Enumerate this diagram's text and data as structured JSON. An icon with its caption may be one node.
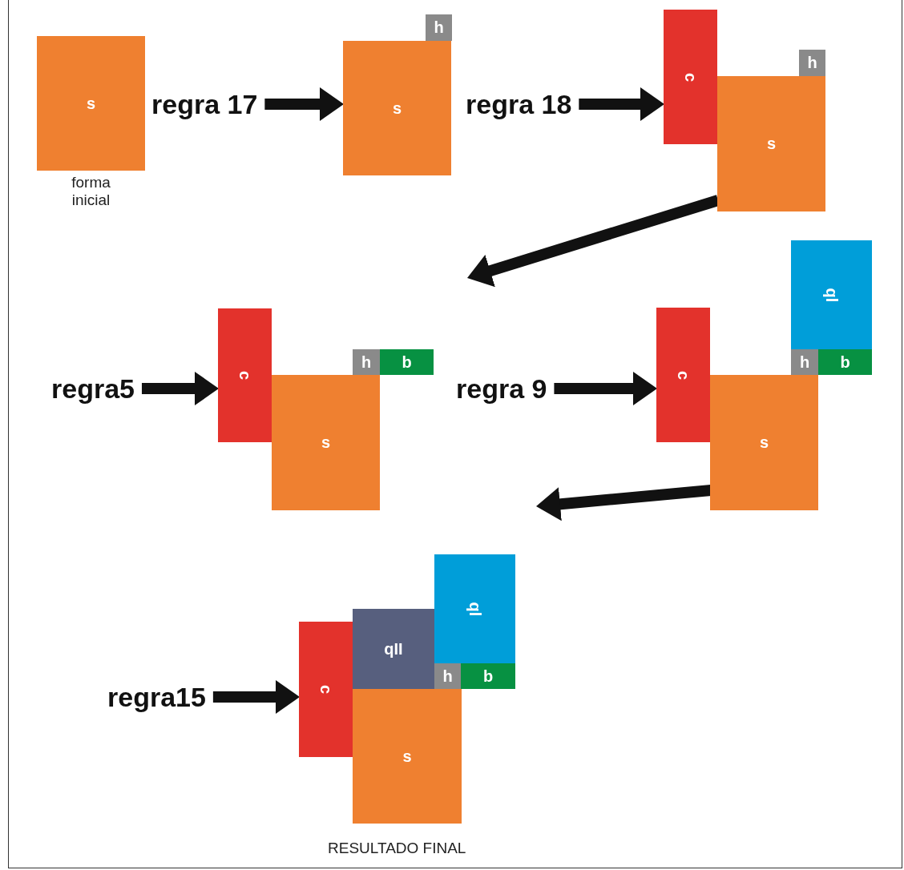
{
  "diagram": {
    "caption": "RESULTADO FINAL",
    "nodes": [
      {
        "text": [
          "s"
        ],
        "beside": [
          "forma inicial"
        ]
      },
      {
        "text": [
          "regra 17"
        ]
      },
      {
        "text": [
          "h"
        ]
      },
      {
        "text": [
          "s"
        ]
      },
      {
        "text": [
          "regra 18"
        ]
      },
      {
        "text": [
          "c"
        ]
      },
      {
        "text": [
          "h"
        ]
      },
      {
        "text": [
          "s"
        ]
      },
      {
        "text": [
          "regra5"
        ]
      },
      {
        "text": [
          "c"
        ]
      },
      {
        "text": [
          "h"
        ]
      },
      {
        "text": [
          "b"
        ]
      },
      {
        "text": [
          "s"
        ]
      },
      {
        "text": [
          "regra 9"
        ]
      },
      {
        "text": [
          "ql"
        ]
      },
      {
        "text": [
          "c"
        ]
      },
      {
        "text": [
          "h"
        ]
      },
      {
        "text": [
          "b"
        ]
      },
      {
        "text": [
          "s"
        ]
      },
      {
        "text": [
          "regra15"
        ]
      },
      {
        "text": [
          "ql"
        ]
      },
      {
        "text": [
          "c"
        ]
      },
      {
        "text": [
          "qII"
        ]
      },
      {
        "text": [
          "h"
        ]
      },
      {
        "text": [
          "b"
        ]
      },
      {
        "text": [
          "s"
        ]
      }
    ],
    "edges": [
      {
        "from": 1,
        "to": 3,
        "arrow": "to"
      },
      {
        "from": 4,
        "to": 5,
        "arrow": "to"
      },
      {
        "from": 7,
        "to": null,
        "arrow": "to"
      },
      {
        "from": 8,
        "to": 9,
        "arrow": "to"
      },
      {
        "from": 13,
        "to": 15,
        "arrow": "to"
      },
      {
        "from": 18,
        "to": null,
        "arrow": "to"
      },
      {
        "from": 19,
        "to": 21,
        "arrow": "to"
      }
    ]
  }
}
